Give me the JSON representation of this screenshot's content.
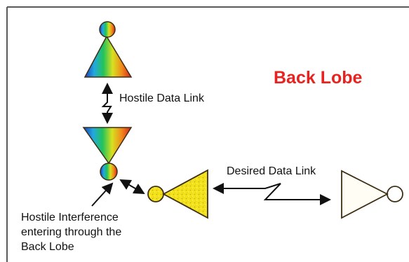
{
  "colors": {
    "title": "#e8231f",
    "frame": "#5a5a5a",
    "outline": "#3d2e14",
    "hostile_spectrum": [
      "#1b3fbf",
      "#22a8e0",
      "#22c35a",
      "#d8e020",
      "#f08a1a",
      "#d8201a"
    ],
    "friendly_fill": "#f2e21a",
    "text": "#111111"
  },
  "labels": {
    "title": "Back Lobe",
    "hostile_link": "Hostile Data Link",
    "desired_link": "Desired Data Link",
    "interference_lines": [
      "Hostile Interference",
      "entering through the",
      "Back Lobe"
    ]
  },
  "icons": {
    "hostile_top": "antenna-beam-rainbow-icon",
    "hostile_bottom": "antenna-beam-rainbow-inverted-icon",
    "friendly_left": "antenna-beam-yellow-icon",
    "friendly_right": "antenna-beam-outline-icon"
  }
}
